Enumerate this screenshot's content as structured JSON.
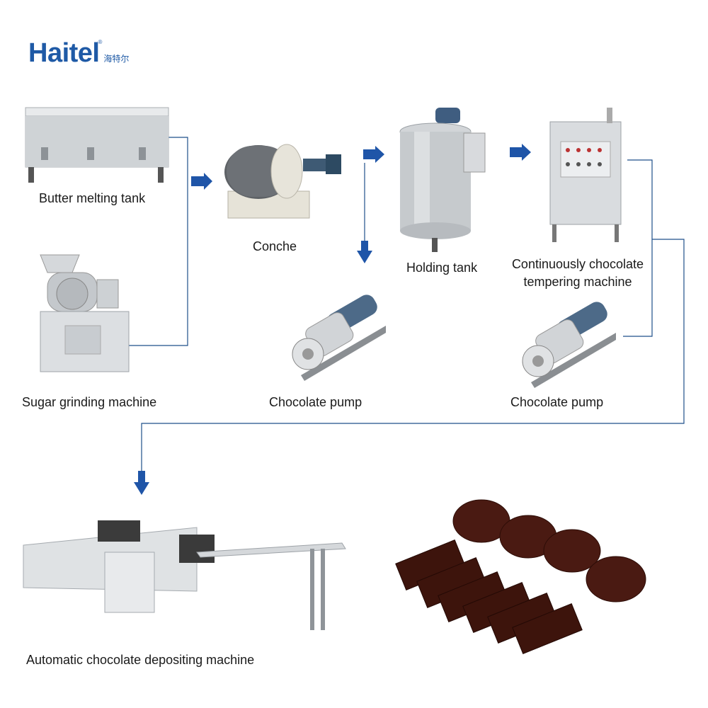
{
  "brand": {
    "name": "Haitel",
    "name_cn": "海特尔",
    "reg_mark": "®",
    "color": "#1f5aa6"
  },
  "steps": {
    "butter_melting_tank": "Butter melting tank",
    "sugar_grinding_machine": "Sugar grinding machine",
    "conche": "Conche",
    "holding_tank": "Holding tank",
    "chocolate_pump_1": "Chocolate pump",
    "tempering_line1": "Continuously chocolate",
    "tempering_line2": "tempering machine",
    "chocolate_pump_2": "Chocolate pump",
    "depositing_machine": "Automatic chocolate depositing machine"
  },
  "colors": {
    "arrow": "#1f55a8",
    "connector": "#1f4f8a",
    "steel": "#c9ccd0",
    "chocolate": "#4a1a12"
  }
}
